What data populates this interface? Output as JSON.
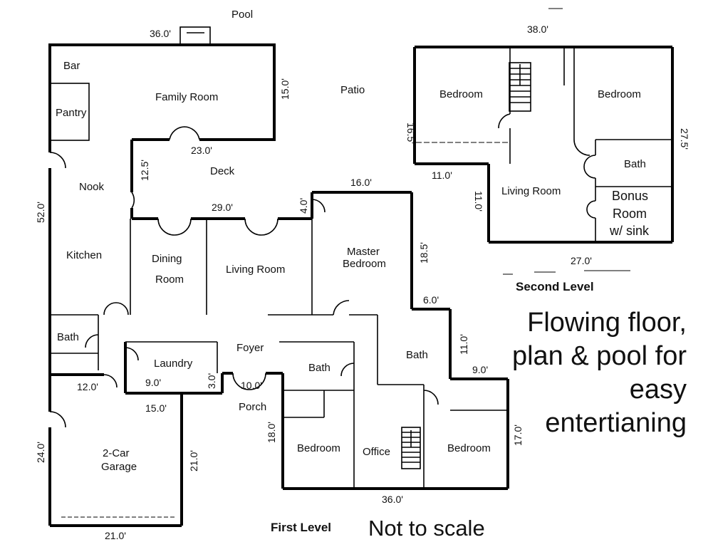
{
  "rooms": {
    "pool": "Pool",
    "bar": "Bar",
    "pantry": "Pantry",
    "family_room": "Family Room",
    "patio": "Patio",
    "deck": "Deck",
    "nook": "Nook",
    "kitchen": "Kitchen",
    "dining_line1": "Dining",
    "dining_line2": "Room",
    "living_room": "Living Room",
    "master_line1": "Master",
    "master_line2": "Bedroom",
    "bath_left": "Bath",
    "laundry": "Laundry",
    "foyer": "Foyer",
    "porch": "Porch",
    "bath_mid": "Bath",
    "bath_master": "Bath",
    "bedroom_1": "Bedroom",
    "office": "Office",
    "bedroom_2": "Bedroom",
    "garage_line1": "2-Car",
    "garage_line2": "Garage",
    "up_bedroom_left": "Bedroom",
    "up_bedroom_right": "Bedroom",
    "up_bath": "Bath",
    "up_living": "Living Room",
    "bonus_line1": "Bonus",
    "bonus_line2": "Room",
    "bonus_line3": "w/ sink"
  },
  "dimensions": {
    "d36_pool": "36.0'",
    "d15_family": "15.0'",
    "d23": "23.0'",
    "d12_5": "12.5'",
    "d29": "29.0'",
    "d4": "4.0'",
    "d16": "16.0'",
    "d52": "52.0'",
    "d18_5": "18.5'",
    "d6": "6.0'",
    "d11_master": "11.0'",
    "d9_right": "9.0'",
    "d12_laundry": "12.0'",
    "d9_laundry": "9.0'",
    "d3": "3.0'",
    "d10": "10.0'",
    "d15_garage": "15.0'",
    "d24": "24.0'",
    "d21_side": "21.0'",
    "d21_bottom": "21.0'",
    "d18": "18.0'",
    "d17": "17.0'",
    "d36_bottom": "36.0'",
    "d38": "38.0'",
    "d16_5": "16.5'",
    "d27_5": "27.5'",
    "d11_up_h": "11.0'",
    "d11_up_v": "11.0'",
    "d27": "27.0'"
  },
  "labels": {
    "second_level": "Second Level",
    "first_level": "First Level",
    "not_to_scale": "Not to scale",
    "tagline": [
      "Flowing floor,",
      "plan & pool for",
      "easy",
      "entertianing"
    ]
  }
}
